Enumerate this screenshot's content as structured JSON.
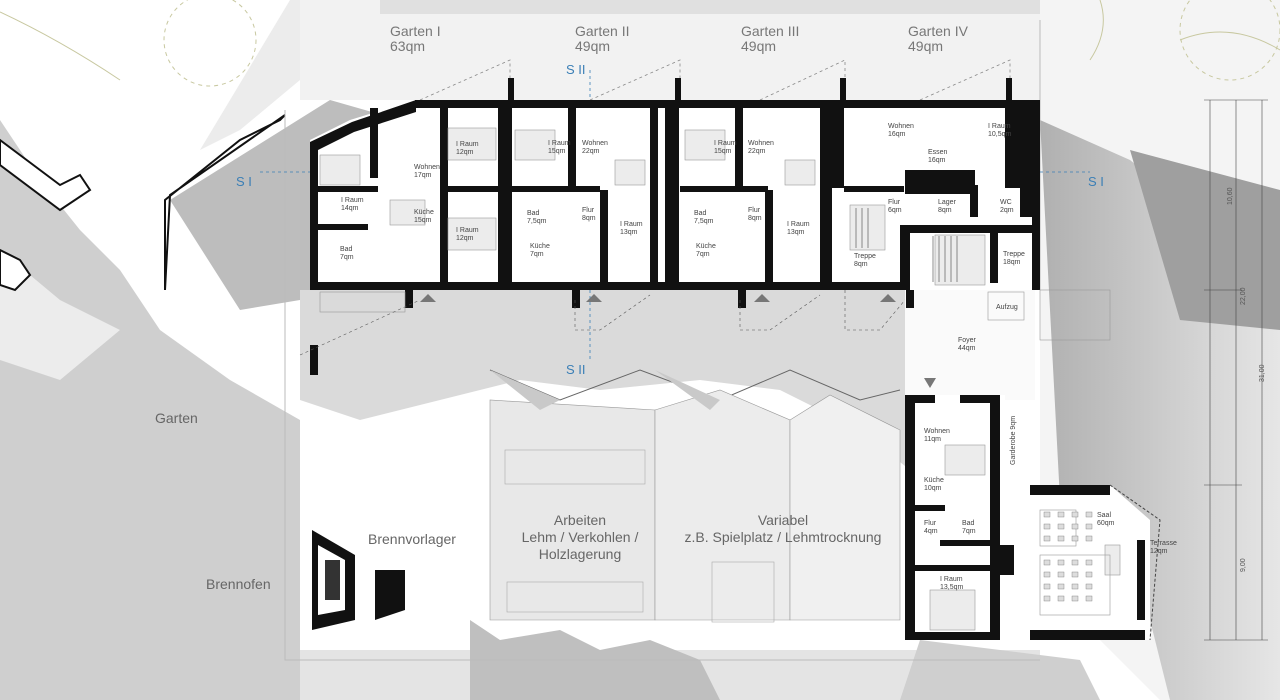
{
  "gardens": [
    {
      "name": "Garten I",
      "area": "63qm"
    },
    {
      "name": "Garten II",
      "area": "49qm"
    },
    {
      "name": "Garten III",
      "area": "49qm"
    },
    {
      "name": "Garten IV",
      "area": "49qm"
    }
  ],
  "section_marks": {
    "s1": "S I",
    "s2": "S II"
  },
  "outdoor": {
    "garten": "Garten",
    "brennofen": "Brennofen",
    "brennvorlager": "Brennvorlager",
    "arbeiten": [
      "Arbeiten",
      "Lehm / Verkohlen /",
      "Holzlagerung"
    ],
    "variabel": [
      "Variabel",
      "z.B. Spielplatz / Lehmtrocknung"
    ]
  },
  "rooms": {
    "u1": {
      "r1": [
        "I Raum",
        "14qm"
      ],
      "wohnen": [
        "Wohnen",
        "17qm"
      ],
      "kueche": [
        "Küche",
        "15qm"
      ],
      "bad": [
        "Bad",
        "7qm"
      ],
      "r2": [
        "I Raum",
        "12qm"
      ],
      "r3": [
        "I Raum",
        "12qm"
      ]
    },
    "u2": {
      "r1": [
        "I Raum",
        "15qm"
      ],
      "wohnen": [
        "Wohnen",
        "22qm"
      ],
      "bad": [
        "Bad",
        "7,5qm"
      ],
      "flur": [
        "Flur",
        "8qm"
      ],
      "kueche": [
        "Küche",
        "7qm"
      ],
      "r2": [
        "I Raum",
        "13qm"
      ]
    },
    "u3": {
      "r1": [
        "I Raum",
        "15qm"
      ],
      "wohnen": [
        "Wohnen",
        "22qm"
      ],
      "bad": [
        "Bad",
        "7,5qm"
      ],
      "flur": [
        "Flur",
        "8qm"
      ],
      "kueche": [
        "Küche",
        "7qm"
      ],
      "r2": [
        "I Raum",
        "13qm"
      ]
    },
    "u4": {
      "wohnen": [
        "Wohnen",
        "16qm"
      ],
      "essen": [
        "Essen",
        "16qm"
      ],
      "r1": [
        "I Raum",
        "10,5qm"
      ],
      "flur": [
        "Flur",
        "6qm"
      ],
      "lager": [
        "Lager",
        "8qm"
      ],
      "wc": [
        "WC",
        "2qm"
      ],
      "treppe": [
        "Treppe",
        "8qm"
      ]
    },
    "core": {
      "treppe": [
        "Treppe",
        "18qm"
      ],
      "aufzug": "Aufzug",
      "foyer": [
        "Foyer",
        "44qm"
      ],
      "garderobe": [
        "Garderobe",
        "9qm"
      ]
    },
    "u5": {
      "wohnen": [
        "Wohnen",
        "11qm"
      ],
      "kueche": [
        "Küche",
        "10qm"
      ],
      "flur": [
        "Flur",
        "4qm"
      ],
      "bad": [
        "Bad",
        "7qm"
      ],
      "r1": [
        "I Raum",
        "13,5qm"
      ]
    },
    "saal": [
      "Saal",
      "60qm"
    ],
    "terrasse": [
      "Terrasse",
      "12qm"
    ]
  },
  "dimensions": [
    "10,60",
    "22,00",
    "31,00",
    "9,00"
  ]
}
